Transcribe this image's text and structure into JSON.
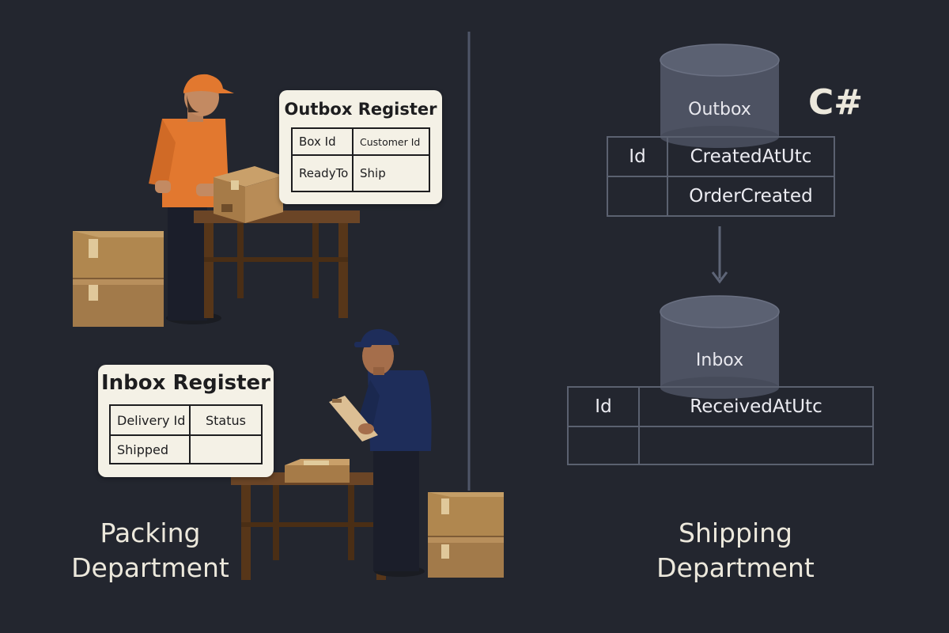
{
  "colors": {
    "background": "#23262f",
    "card": "#f4f1e6",
    "database": "#4d5262",
    "table_border": "#5b6170",
    "label_text": "#ece8dc"
  },
  "packing": {
    "outbox_register": {
      "title": "Outbox Register",
      "headers": [
        "Box Id",
        "Customer Id"
      ],
      "row": [
        "ReadyTo",
        "Ship"
      ]
    },
    "inbox_register": {
      "title": "Inbox Register",
      "headers": [
        "Delivery Id",
        "Status"
      ],
      "row": [
        "Shipped",
        ""
      ]
    },
    "label_line1": "Packing",
    "label_line2": "Department"
  },
  "shipping": {
    "language_badge": "C#",
    "outbox": {
      "db_label": "Outbox",
      "headers": [
        "Id",
        "CreatedAtUtc"
      ],
      "row": [
        "",
        "OrderCreated"
      ]
    },
    "inbox": {
      "db_label": "Inbox",
      "headers": [
        "Id",
        "ReceivedAtUtc"
      ],
      "row": [
        "",
        ""
      ]
    },
    "label_line1": "Shipping",
    "label_line2": "Department"
  },
  "icons": [
    "worker-orange-icon",
    "worker-navy-icon",
    "cardboard-box-icon",
    "wooden-table-icon",
    "clipboard-icon",
    "database-icon",
    "arrow-down-icon"
  ]
}
